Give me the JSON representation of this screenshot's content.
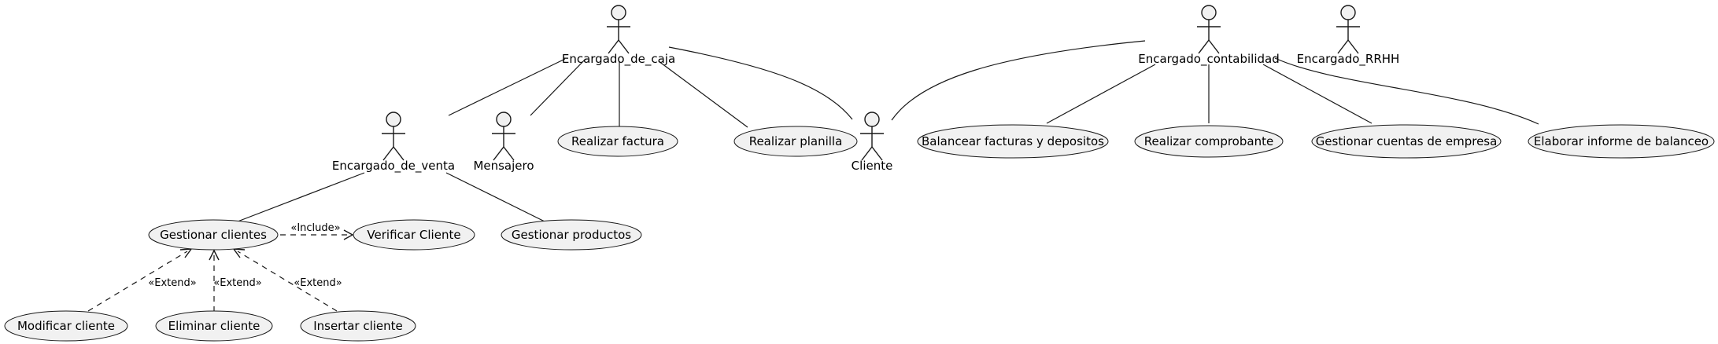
{
  "diagram": {
    "actors": {
      "encargado_de_caja": "Encargado_de_caja",
      "encargado_contabilidad": "Encargado_contabilidad",
      "encargado_rrhh": "Encargado_RRHH",
      "encargado_de_venta": "Encargado_de_venta",
      "mensajero": "Mensajero",
      "cliente": "Cliente"
    },
    "usecases": {
      "realizar_factura": "Realizar factura",
      "realizar_planilla": "Realizar planilla",
      "balancear_facturas": "Balancear facturas y depositos",
      "realizar_comprobante": "Realizar comprobante",
      "gestionar_cuentas": "Gestionar cuentas de empresa",
      "elaborar_informe": "Elaborar informe de balanceo",
      "gestionar_clientes": "Gestionar clientes",
      "verificar_cliente": "Verificar Cliente",
      "gestionar_productos": "Gestionar productos",
      "modificar_cliente": "Modificar cliente",
      "eliminar_cliente": "Eliminar cliente",
      "insertar_cliente": "Insertar cliente"
    },
    "stereotypes": {
      "include": "«Include»",
      "extend_modificar": "«Extend»",
      "extend_eliminar": "«Extend»",
      "extend_insertar": "«Extend»"
    }
  }
}
